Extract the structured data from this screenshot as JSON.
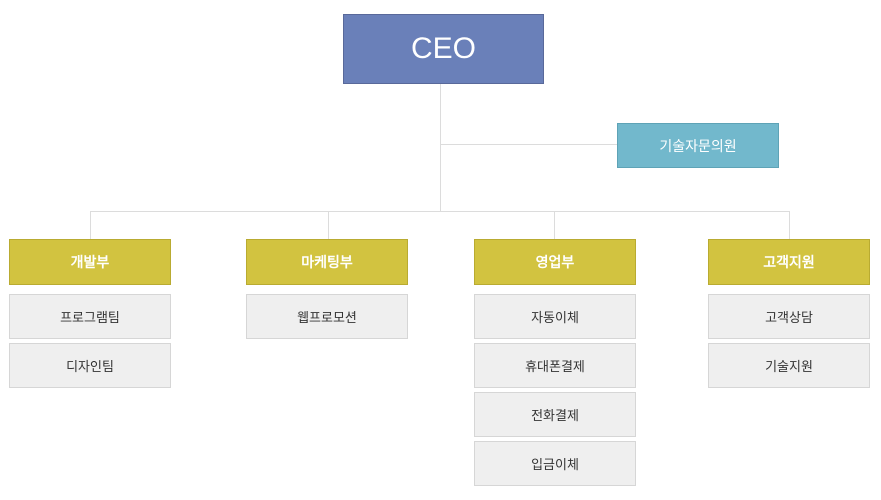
{
  "ceo": {
    "label": "CEO"
  },
  "advisory": {
    "label": "기술자문의원"
  },
  "departments": [
    {
      "label": "개발부",
      "teams": [
        "프로그램팀",
        "디자인팀"
      ]
    },
    {
      "label": "마케팅부",
      "teams": [
        "웹프로모션"
      ]
    },
    {
      "label": "영업부",
      "teams": [
        "자동이체",
        "휴대폰결제",
        "전화결제",
        "입금이체"
      ]
    },
    {
      "label": "고객지원",
      "teams": [
        "고객상담",
        "기술지원"
      ]
    }
  ]
}
